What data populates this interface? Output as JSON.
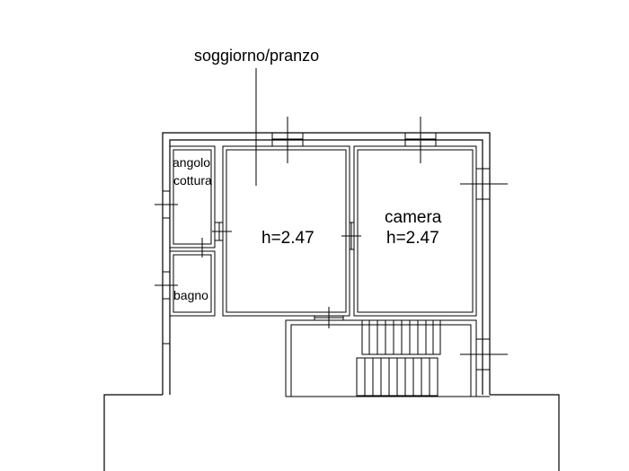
{
  "labels": {
    "soggiorno": "soggiorno/pranzo",
    "camera_name": "camera",
    "camera_height": "h=2.47",
    "soggiorno_height": "h=2.47",
    "angolo_line1": "angolo",
    "angolo_line2": "cottura",
    "bagno": "bagno"
  },
  "colors": {
    "lines": "#000000",
    "background": "#ffffff"
  }
}
